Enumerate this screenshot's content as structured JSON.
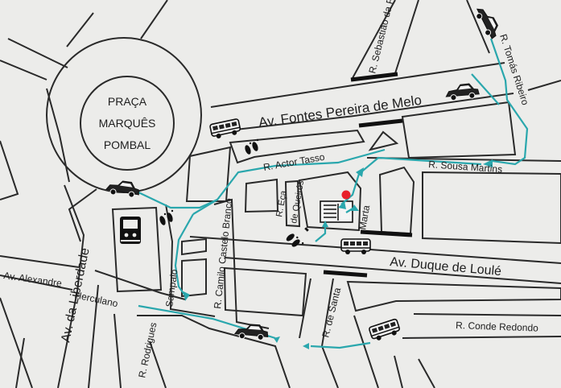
{
  "title": "",
  "colors": {
    "background": "#ececea",
    "outline": "#2a2a2a",
    "route": "#2aa7ad",
    "destination": "#e8202a",
    "barrier": "#111111"
  },
  "square": {
    "line1": "PRAÇA",
    "line2": "MARQUÊS",
    "line3": "POMBAL"
  },
  "streets": {
    "fontes_pereira_de_melo": "Av. Fontes Pereira de Melo",
    "sebastiao_da_pedreira": "R. Sebastião da Pedreira",
    "tomas_ribeiro": "R. Tomás Ribeiro",
    "actor_tasso": "R. Actor Tasso",
    "sousa_martins": "R. Sousa Martins",
    "eca_de_queiros_1": "R. Eça",
    "eca_de_queiros_2": "de Queirós",
    "camilo_castelo_branco": "R. Camilo Castelo Branco",
    "marta": "Marta",
    "duque_de_loule": "Av. Duque de Loulé",
    "liberdade": "Av. da Liberdade",
    "alexandre_herculano_1": "Av. Alexandre",
    "alexandre_herculano_2": "Herculano",
    "sampaio": "Sampaio",
    "rodrigues_sampaio": "R. Rodrigues",
    "santa_marta": "R. de Santa",
    "conde_redondo": "R. Conde Redondo"
  },
  "icons": {
    "destination": "destination-dot-icon",
    "bus": "bus-icon",
    "car": "car-icon",
    "metro": "metro-train-icon",
    "walk": "footprints-icon",
    "parking": "parking-entrance-icon"
  }
}
